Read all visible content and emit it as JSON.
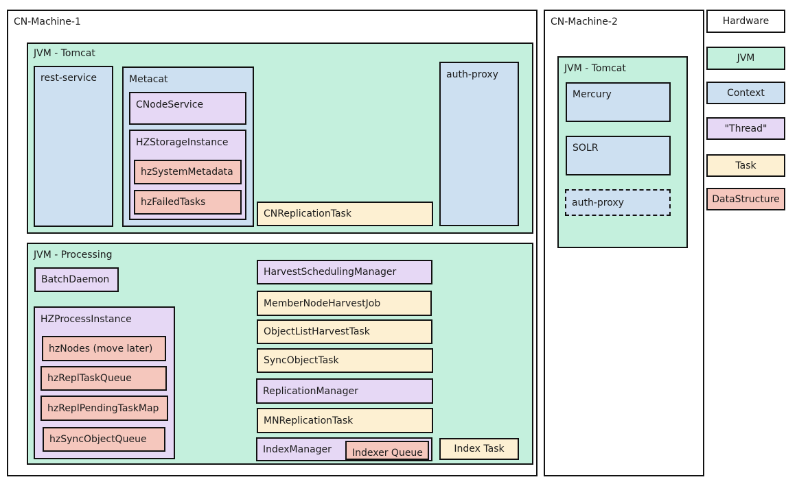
{
  "machines": {
    "cn1": {
      "title": "CN-Machine-1",
      "jvm_tomcat": {
        "title": "JVM - Tomcat",
        "rest_service": "rest-service",
        "metacat": {
          "title": "Metacat",
          "cnode_service": "CNodeService",
          "hz_storage": {
            "title": "HZStorageInstance",
            "system_metadata": "hzSystemMetadata",
            "failed_tasks": "hzFailedTasks"
          }
        },
        "cn_replication_task": "CNReplicationTask",
        "auth_proxy": "auth-proxy"
      },
      "jvm_processing": {
        "title": "JVM - Processing",
        "batch_daemon": "BatchDaemon",
        "hz_process": {
          "title": "HZProcessInstance",
          "nodes": "hzNodes (move later)",
          "repl_task_queue": "hzReplTaskQueue",
          "repl_pending_task_map": "hzReplPendingTaskMap",
          "sync_object_queue": "hzSyncObjectQueue"
        },
        "harvest_scheduling_manager": "HarvestSchedulingManager",
        "member_node_harvest_job": "MemberNodeHarvestJob",
        "object_list_harvest_task": "ObjectListHarvestTask",
        "sync_object_task": "SyncObjectTask",
        "replication_manager": "ReplicationManager",
        "mn_replication_task": "MNReplicationTask",
        "index_manager": "IndexManager",
        "indexer_queue": "Indexer Queue",
        "index_task": "Index Task"
      }
    },
    "cn2": {
      "title": "CN-Machine-2",
      "jvm_tomcat": {
        "title": "JVM - Tomcat",
        "mercury": "Mercury",
        "solr": "SOLR",
        "auth_proxy": "auth-proxy"
      }
    }
  },
  "legend": {
    "hardware": "Hardware",
    "jvm": "JVM",
    "context": "Context",
    "thread": "\"Thread\"",
    "task": "Task",
    "data_structure": "DataStructure"
  },
  "colors": {
    "hardware": "#ffffff",
    "jvm": "#c4f0dd",
    "context": "#cde0f1",
    "thread": "#e6d8f5",
    "task": "#fdf0d2",
    "data_structure": "#f5c7bd"
  }
}
